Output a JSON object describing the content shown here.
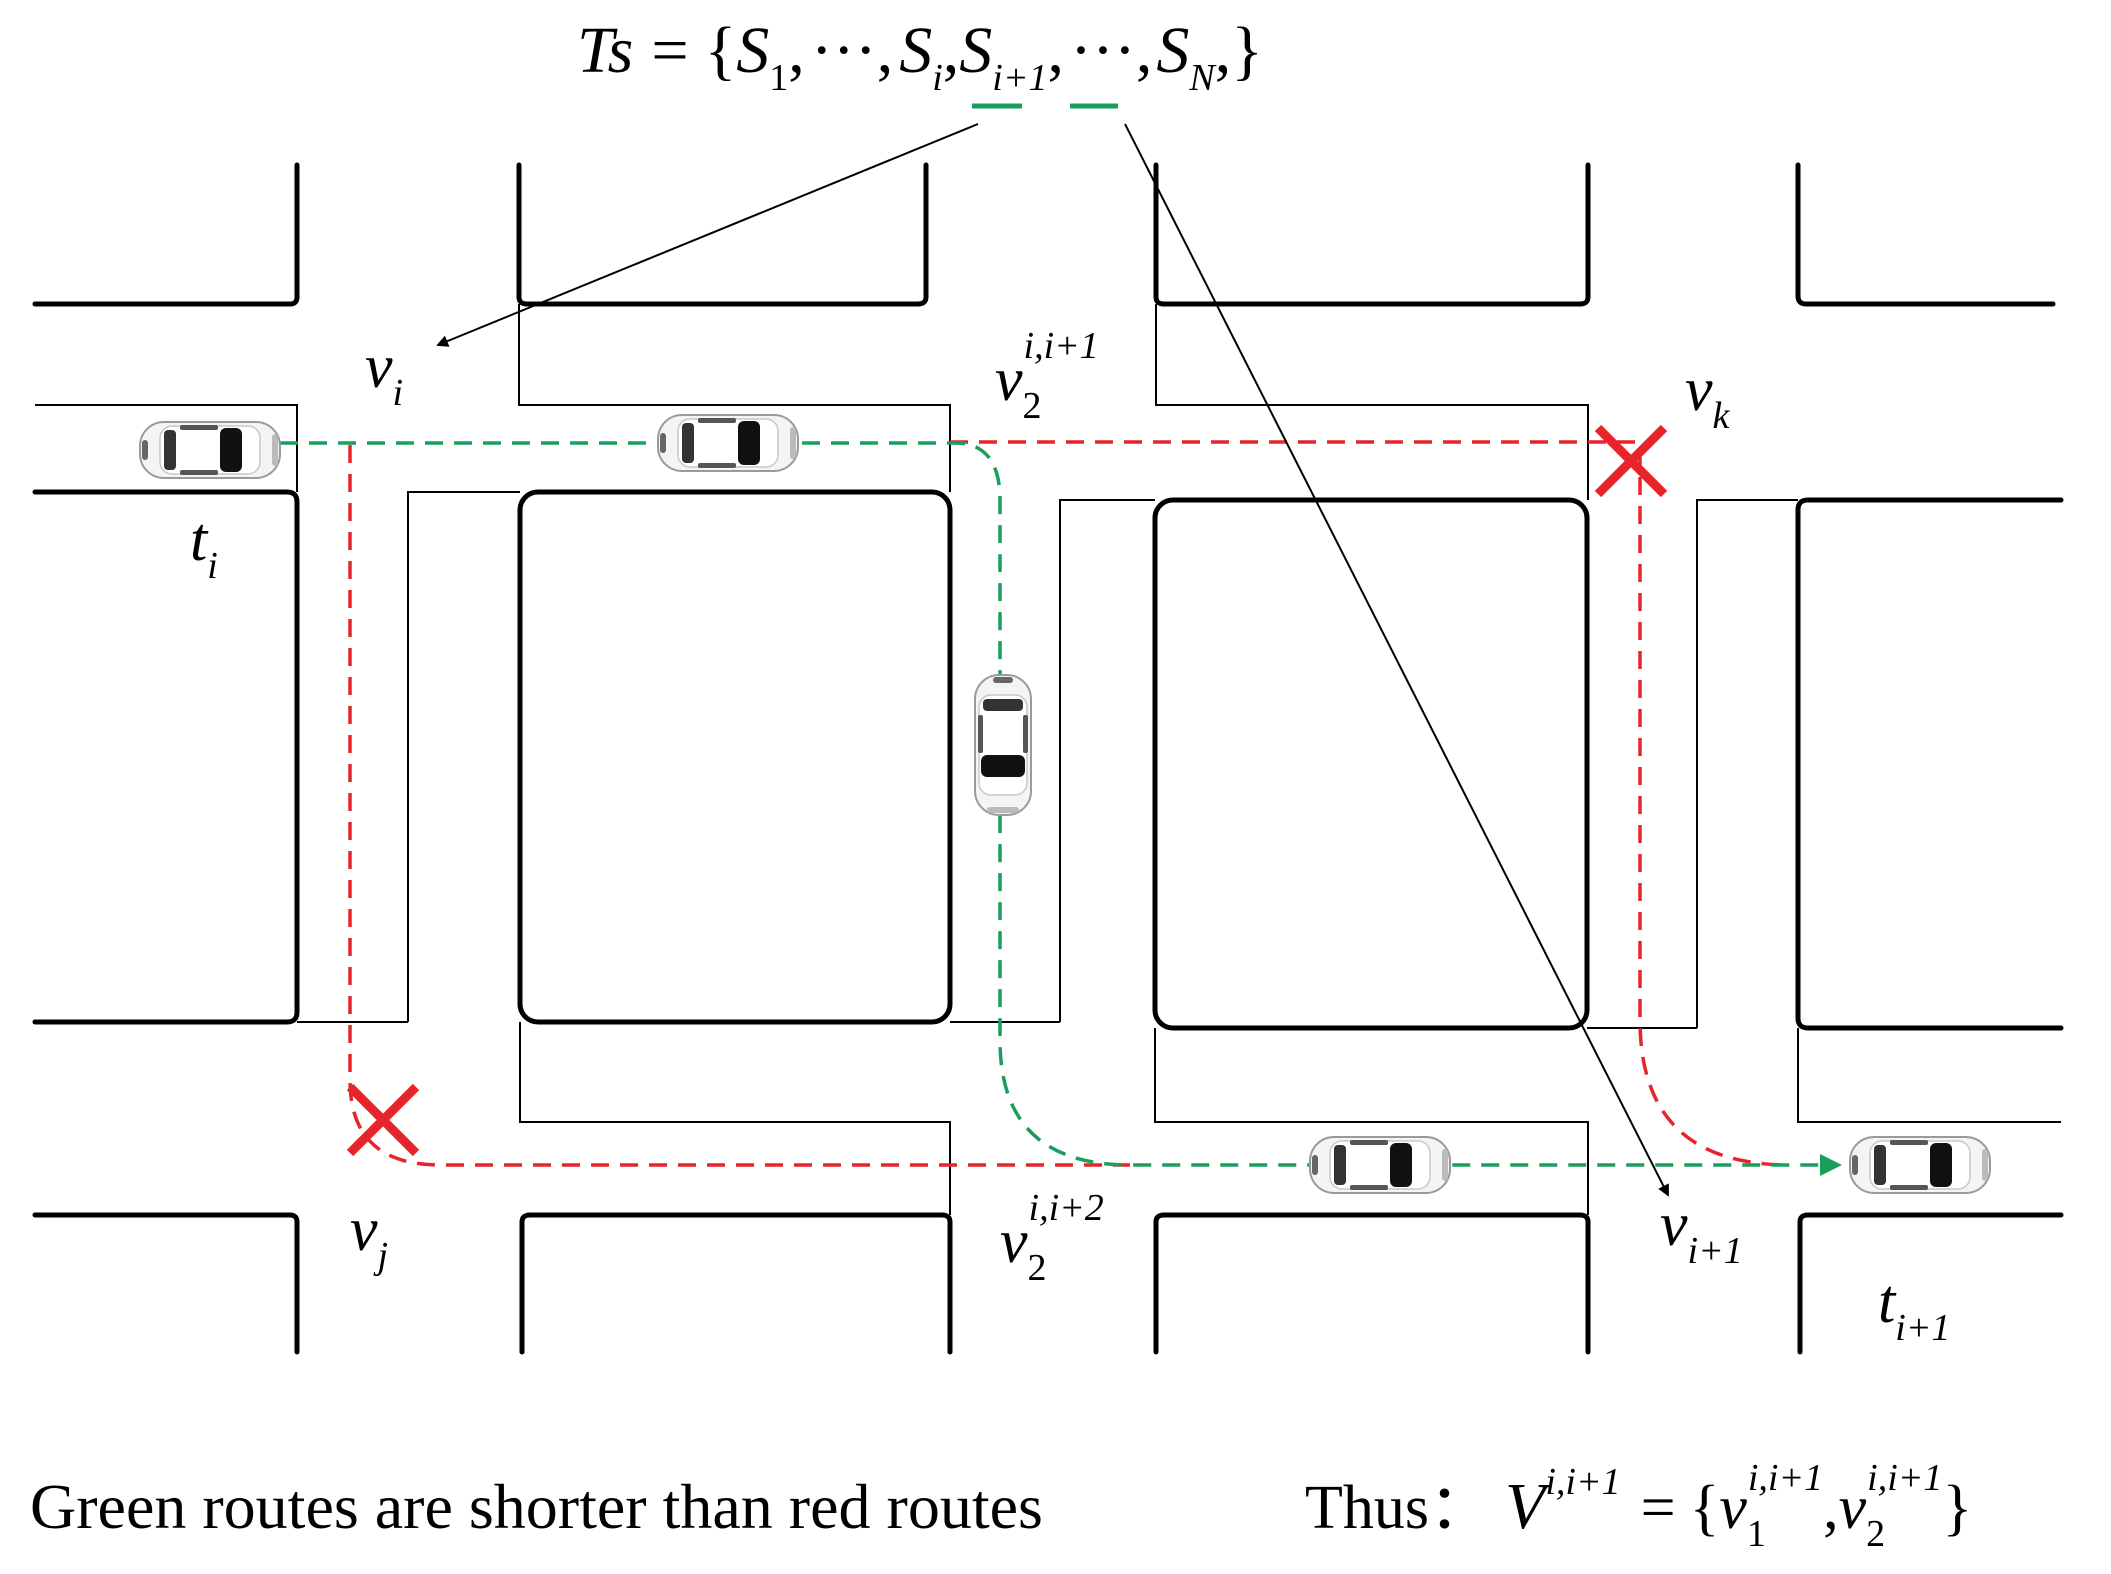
{
  "formula_top": {
    "ts": "Ts",
    "eq": "=",
    "open": "{",
    "s": "S",
    "sub1": "1",
    "subi": "i",
    "subi1": "i+1",
    "subN": "N",
    "sep": ",",
    "dots": "···",
    "close": "}"
  },
  "labels": {
    "vi": {
      "base": "v",
      "sub": "i"
    },
    "v2_i_i1": {
      "base": "v",
      "sub": "2",
      "sup": "i,i+1"
    },
    "vk": {
      "base": "v",
      "sub": "k"
    },
    "ti": {
      "base": "t",
      "sub": "i"
    },
    "vj": {
      "base": "v",
      "sub": "j"
    },
    "v2_i_i2": {
      "base": "v",
      "sub": "2",
      "sup": "i,i+2"
    },
    "vi1": {
      "base": "v",
      "sub": "i+1"
    },
    "ti1": {
      "base": "t",
      "sub": "i+1"
    }
  },
  "caption": {
    "text": "Green routes are shorter than red routes",
    "thus": "Thus：",
    "V": "V",
    "V_sup": "i,i+1",
    "eq": "=",
    "open": "{",
    "v": "v",
    "v1_sub": "1",
    "v1_sup": "i,i+1",
    "comma": ",",
    "v2_sub": "2",
    "v2_sup": "i,i+1",
    "close": "}"
  },
  "colors": {
    "green_route": "#1a9e5c",
    "red_route": "#e8242b",
    "cross": "#e8242b",
    "road": "#000000"
  },
  "icons": [
    "car-icon",
    "cross-icon",
    "arrow-icon"
  ]
}
